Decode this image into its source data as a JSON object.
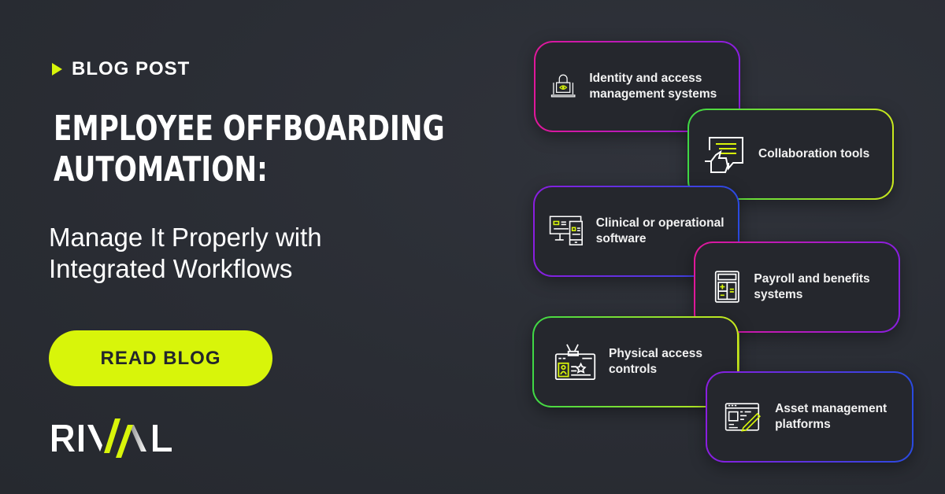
{
  "tag": "BLOG POST",
  "title": "Employee Offboarding Automation:",
  "subtitle": "Manage It Properly with Integrated Workflows",
  "cta": "READ BLOG",
  "logo": "RIVAL",
  "colors": {
    "accent": "#d8f50a",
    "background": "#2a2d34"
  },
  "cards": [
    {
      "label": "Identity and access management systems",
      "icon": "laptop-lock-icon"
    },
    {
      "label": "Collaboration tools",
      "icon": "thumbs-up-chat-icon"
    },
    {
      "label": "Clinical or operational software",
      "icon": "monitor-mobile-icon"
    },
    {
      "label": "Payroll and benefits systems",
      "icon": "calculator-icon"
    },
    {
      "label": "Physical access controls",
      "icon": "id-badge-icon"
    },
    {
      "label": "Asset management platforms",
      "icon": "browser-pencil-icon"
    }
  ]
}
